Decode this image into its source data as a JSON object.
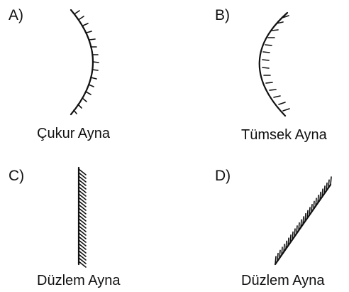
{
  "options": [
    {
      "letter": "A)",
      "caption": "Çukur Ayna"
    },
    {
      "letter": "B)",
      "caption": "Tümsek Ayna"
    },
    {
      "letter": "C)",
      "caption": "Düzlem Ayna"
    },
    {
      "letter": "D)",
      "caption": "Düzlem Ayna"
    }
  ]
}
